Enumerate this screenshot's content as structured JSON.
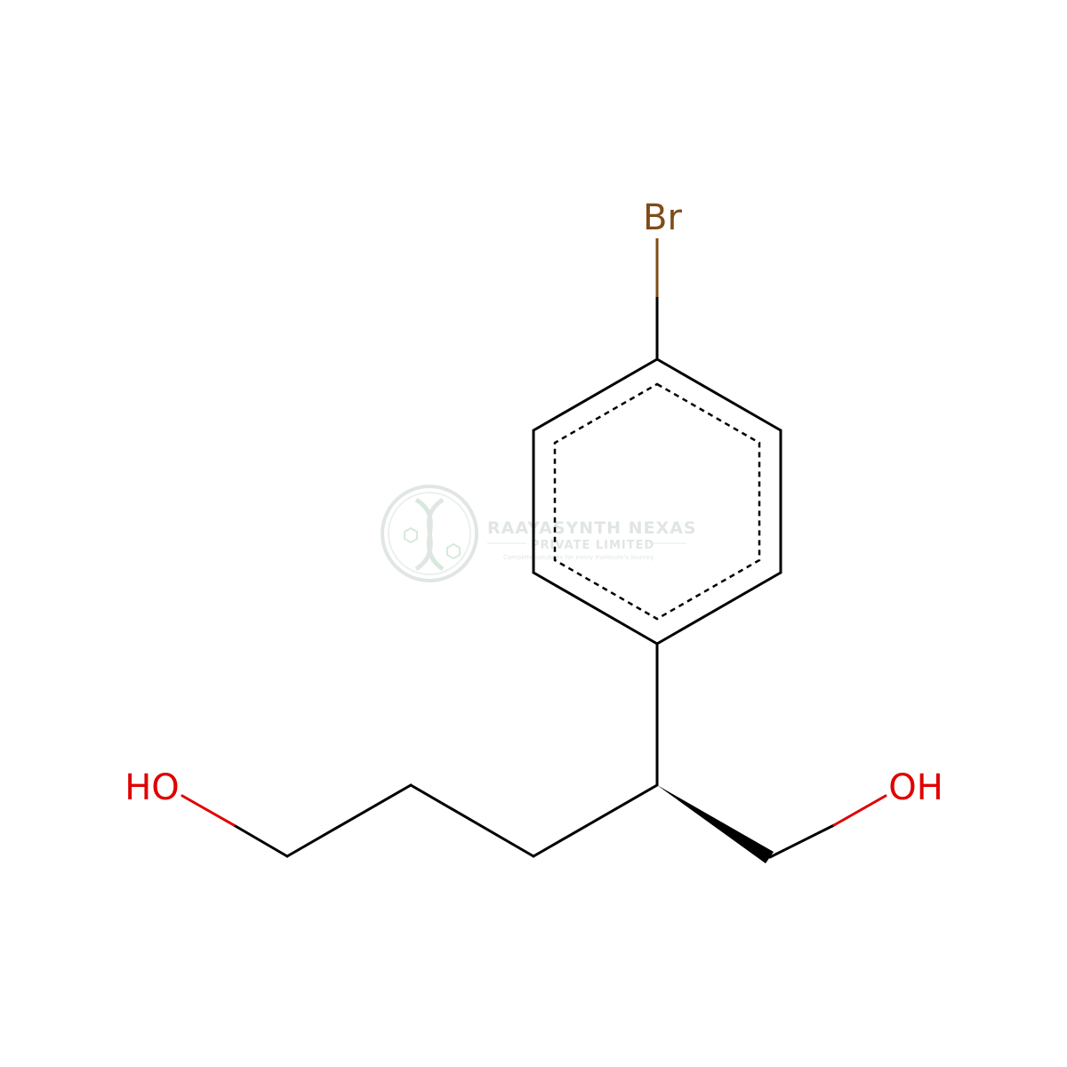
{
  "atoms": {
    "bromine": "Br",
    "hydroxyl_left": "HO",
    "hydroxyl_right": "OH"
  },
  "colors": {
    "bond": "#000000",
    "bromine": "#7f4c19",
    "oxygen": "#e00000",
    "watermark": "#c8d2cc"
  },
  "watermark": {
    "title": "RAAYASYNTH NEXAS",
    "subtitle": "PRIVATE LIMITED",
    "tagline": "Complete solutions for every molecule's journey",
    "icon": "dna-logo-icon"
  }
}
